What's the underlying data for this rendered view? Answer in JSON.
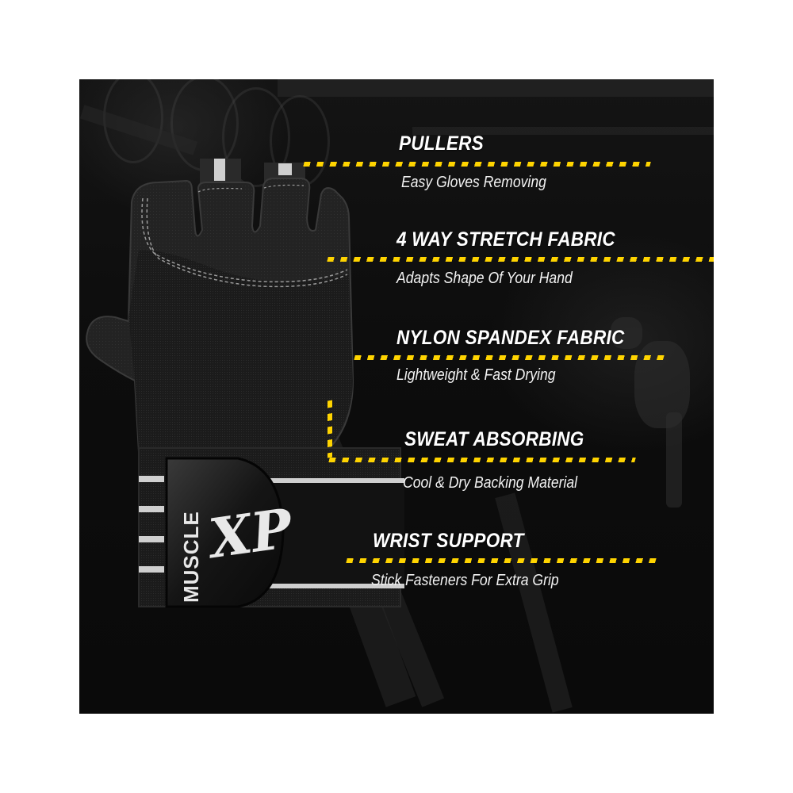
{
  "brand": {
    "name": "MUSCLE XP",
    "logo_wordmark": "MUSCLE",
    "logo_mark": "XP"
  },
  "colors": {
    "accent": "#ffd400",
    "background": "#0d0d0d",
    "text": "#ffffff",
    "border": "#ffffff"
  },
  "features": [
    {
      "title": "PULLERS",
      "description": "Easy Gloves Removing"
    },
    {
      "title": "4 WAY STRETCH FABRIC",
      "description": "Adapts Shape Of Your Hand"
    },
    {
      "title": "NYLON SPANDEX FABRIC",
      "description": "Lightweight & Fast Drying"
    },
    {
      "title": "SWEAT ABSORBING",
      "description": "Cool & Dry Backing Material"
    },
    {
      "title": "WRIST SUPPORT",
      "description": "Stick Fasteners For Extra Grip"
    }
  ]
}
